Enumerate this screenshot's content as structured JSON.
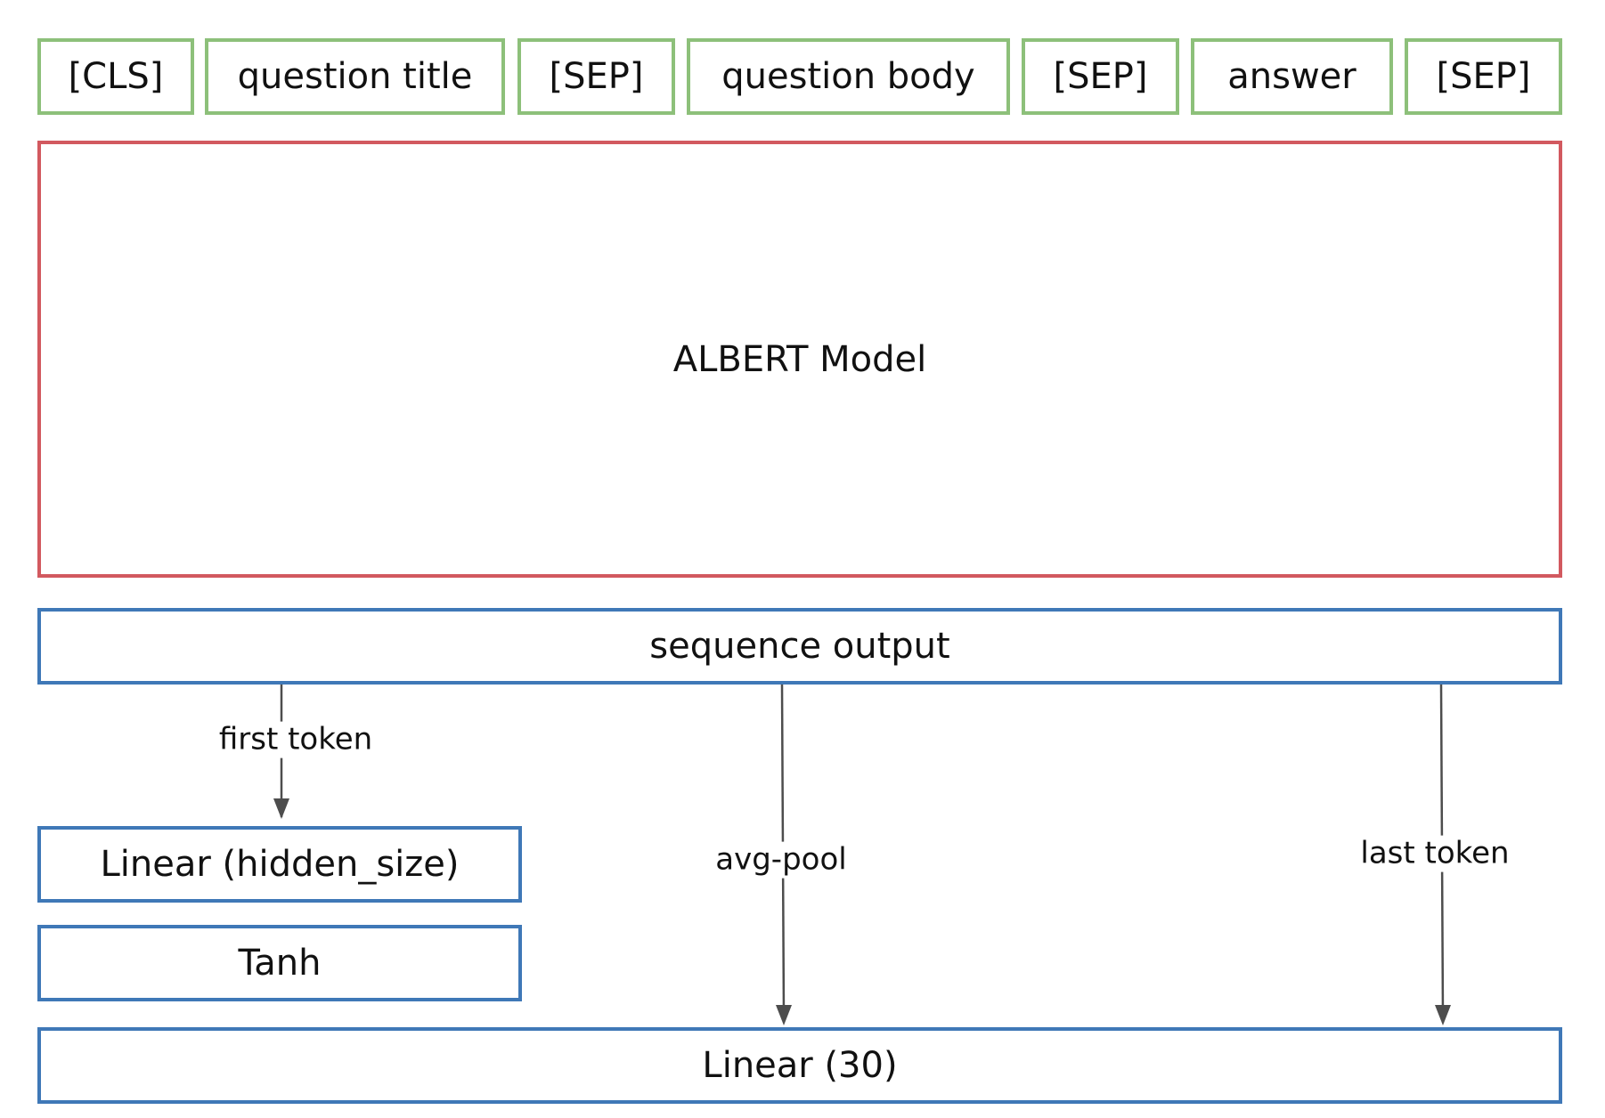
{
  "tokens": [
    "[CLS]",
    "question title",
    "[SEP]",
    "question body",
    "[SEP]",
    "answer",
    "[SEP]"
  ],
  "model": "ALBERT Model",
  "sequence_output": "sequence output",
  "linear_hidden": "Linear (hidden_size)",
  "tanh": "Tanh",
  "linear_out": "Linear (30)",
  "edges": {
    "first_token": "first token",
    "avg_pool": "avg-pool",
    "last_token": "last token"
  },
  "colors": {
    "token_border": "#8dc07a",
    "model_border": "#d2595f",
    "layer_border": "#3f78b7",
    "arrow": "#4d4d4d"
  }
}
